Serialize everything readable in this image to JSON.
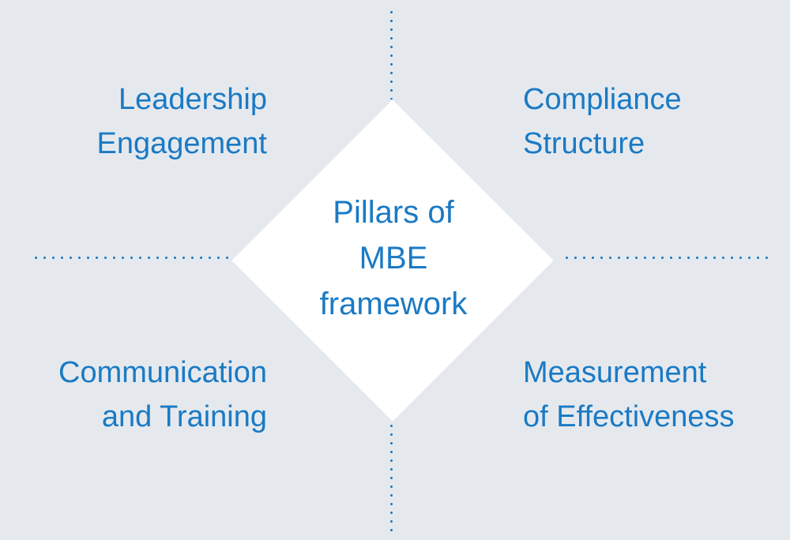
{
  "center": {
    "line1": "Pillars of",
    "line2": "MBE",
    "line3": "framework"
  },
  "pillars": {
    "top_left": {
      "line1": "Leadership",
      "line2": "Engagement"
    },
    "top_right": {
      "line1": "Compliance",
      "line2": "Structure"
    },
    "bottom_left": {
      "line1": "Communication",
      "line2": "and Training"
    },
    "bottom_right": {
      "line1": "Measurement",
      "line2": "of Effectiveness"
    }
  },
  "colors": {
    "background": "#e5e9ee",
    "accent": "#1a7ac4",
    "diamond": "#ffffff"
  }
}
